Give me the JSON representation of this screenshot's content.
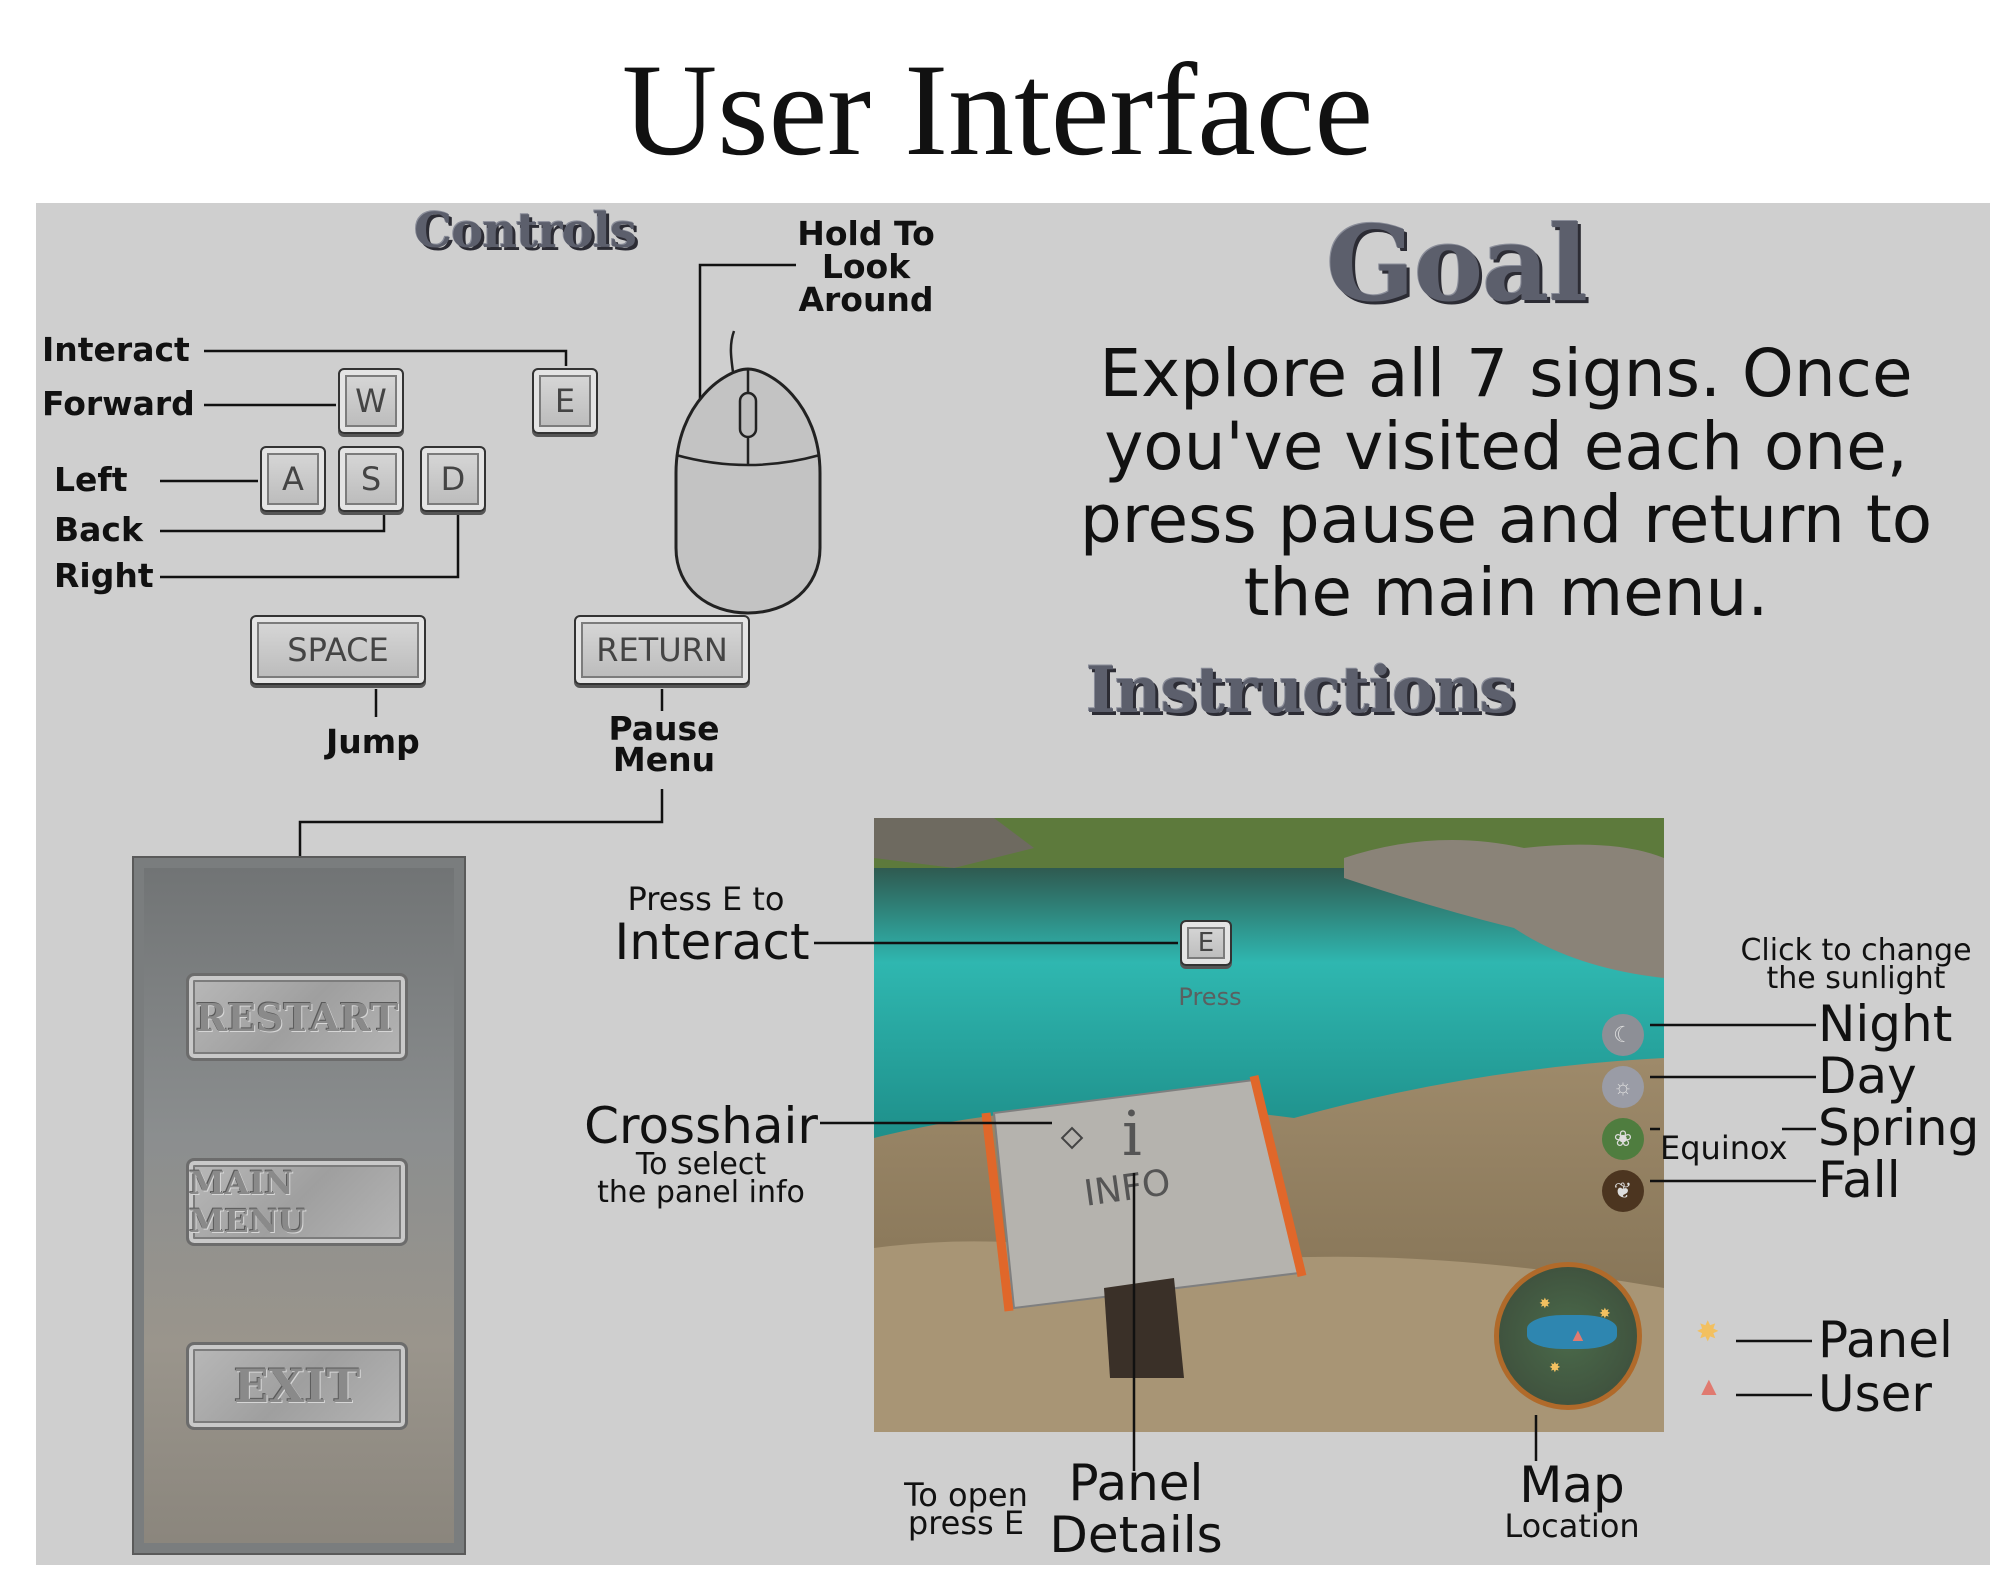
{
  "title": "User Interface",
  "controls": {
    "heading": "Controls",
    "mouse_label": [
      "Hold To",
      "Look",
      "Around"
    ],
    "labels": {
      "interact": "Interact",
      "forward": "Forward",
      "left": "Left",
      "back": "Back",
      "right": "Right",
      "jump": "Jump",
      "pause": [
        "Pause",
        "Menu"
      ]
    },
    "keys": {
      "w": "W",
      "e": "E",
      "a": "A",
      "s": "S",
      "d": "D",
      "space": "SPACE",
      "return": "RETURN"
    }
  },
  "pause_menu": {
    "buttons": [
      "RESTART",
      "MAIN MENU",
      "EXIT"
    ]
  },
  "goal": {
    "heading": "Goal",
    "text": [
      "Explore all 7 signs. Once",
      "you've visited each one,",
      "press pause and return to",
      "the main menu."
    ]
  },
  "instructions": {
    "heading": "Instructions",
    "interact": {
      "small": "Press E to",
      "big": "Interact",
      "key": "E",
      "prompt": "Press"
    },
    "crosshair": {
      "big": "Crosshair",
      "small": [
        "To select",
        "the panel info"
      ]
    },
    "sign": {
      "glyph": "i",
      "text": "INFO"
    },
    "sunlight": {
      "caption": [
        "Click to change",
        "the sunlight"
      ],
      "night": "Night",
      "day": "Day",
      "spring": "Spring",
      "fall": "Fall",
      "equinox": "Equinox"
    },
    "legend": {
      "panel": "Panel",
      "user": "User"
    },
    "panel_details": {
      "small": [
        "To open",
        "press E"
      ],
      "big": [
        "Panel",
        "Details"
      ]
    },
    "map": {
      "big": "Map",
      "small": "Location"
    }
  },
  "colors": {
    "background": "#cfcfcf",
    "heading": "#5c5f6c",
    "water": "#2fb7b0",
    "sign_post": "#e0672a",
    "night": "#8d8f96",
    "day": "#9a9ca6",
    "spring": "#4f7d3f",
    "fall": "#4c3520"
  }
}
